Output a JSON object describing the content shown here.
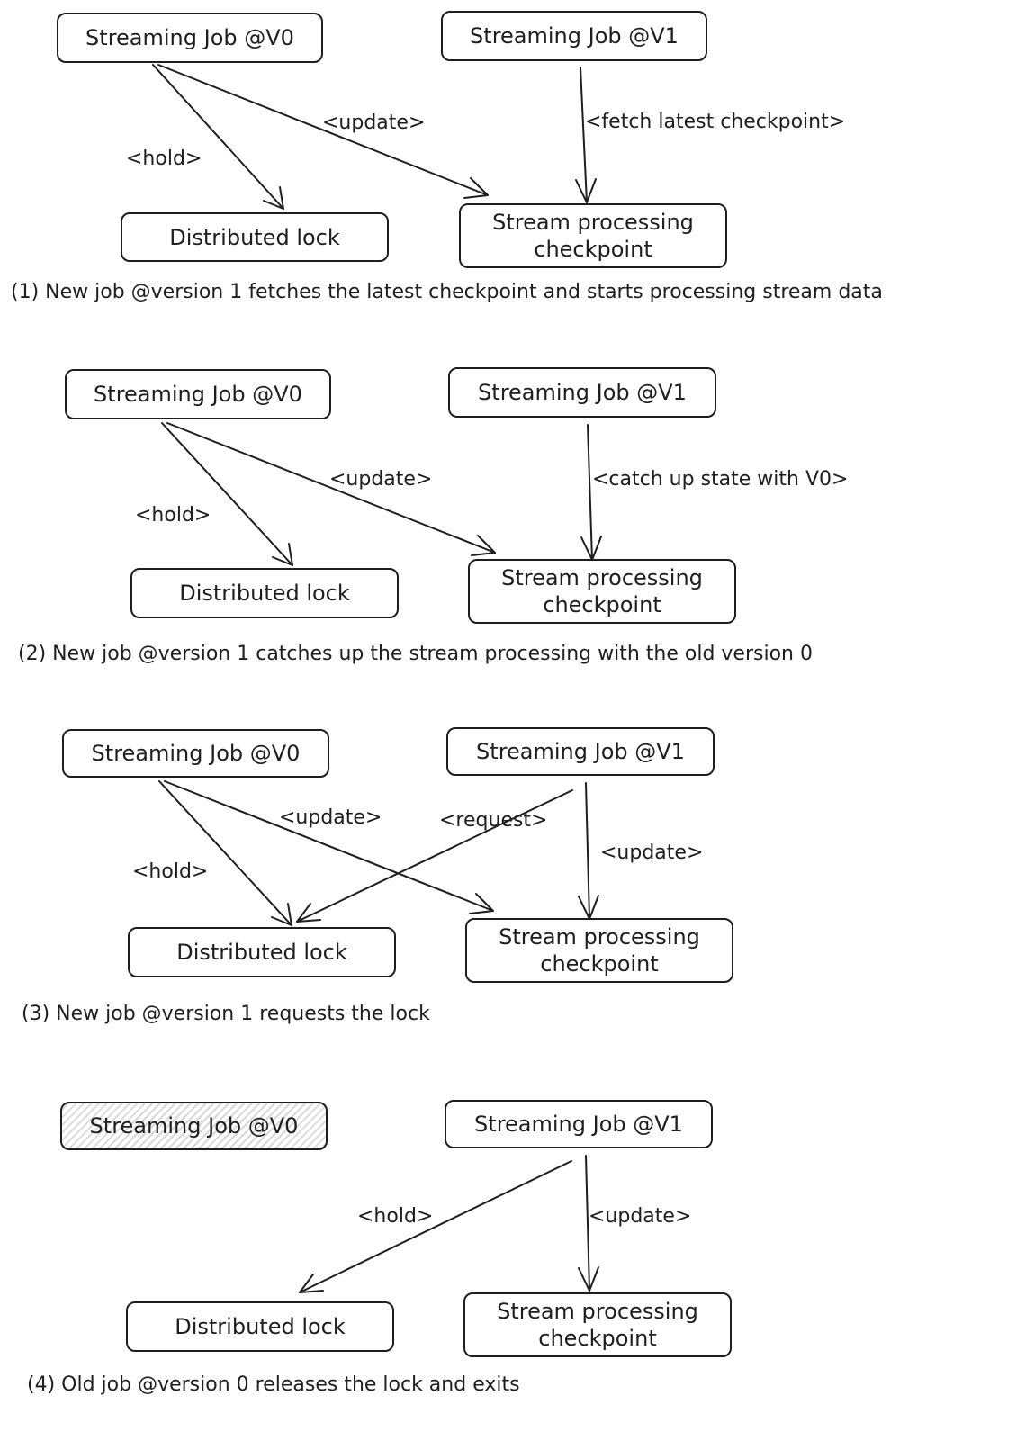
{
  "panels": [
    {
      "v0": "Streaming Job @V0",
      "v1": "Streaming Job @V1",
      "lock": "Distributed lock",
      "checkpoint": "Stream processing checkpoint",
      "labels": [
        "<hold>",
        "<update>",
        "<fetch latest checkpoint>"
      ],
      "caption": "(1) New job @version 1 fetches the latest checkpoint and starts processing stream data"
    },
    {
      "v0": "Streaming Job @V0",
      "v1": "Streaming Job @V1",
      "lock": "Distributed lock",
      "checkpoint": "Stream processing checkpoint",
      "labels": [
        "<hold>",
        "<update>",
        "<catch up state with V0>"
      ],
      "caption": "(2) New job @version 1 catches up the stream processing with the old version 0"
    },
    {
      "v0": "Streaming Job @V0",
      "v1": "Streaming Job @V1",
      "lock": "Distributed lock",
      "checkpoint": "Stream processing checkpoint",
      "labels": [
        "<hold>",
        "<update>",
        "<request>",
        "<update>"
      ],
      "caption": "(3) New job @version 1 requests the lock"
    },
    {
      "v0": "Streaming Job @V0",
      "v1": "Streaming Job @V1",
      "lock": "Distributed lock",
      "checkpoint": "Stream processing checkpoint",
      "labels": [
        "<hold>",
        "<update>"
      ],
      "caption": "(4) Old job @version 0 releases the lock and exits"
    }
  ]
}
